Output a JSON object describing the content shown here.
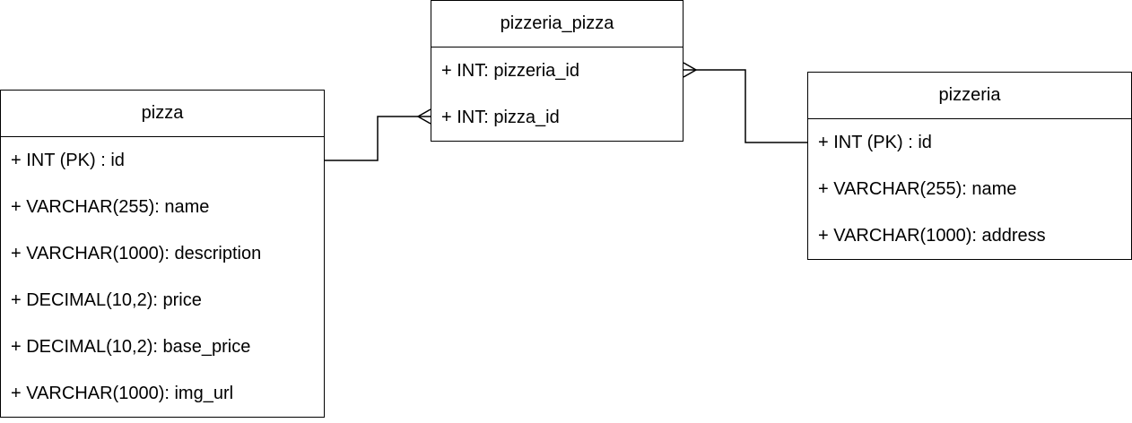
{
  "entities": {
    "pizza": {
      "title": "pizza",
      "fields": [
        "+ INT (PK) : id",
        "+ VARCHAR(255): name",
        "+ VARCHAR(1000): description",
        "+ DECIMAL(10,2): price",
        "+ DECIMAL(10,2): base_price",
        "+ VARCHAR(1000): img_url"
      ]
    },
    "pizzeria_pizza": {
      "title": "pizzeria_pizza",
      "fields": [
        "+ INT: pizzeria_id",
        "+ INT: pizza_id"
      ]
    },
    "pizzeria": {
      "title": "pizzeria",
      "fields": [
        "+ INT (PK) : id",
        "+ VARCHAR(255): name",
        "+ VARCHAR(1000): address"
      ]
    }
  },
  "relations": [
    {
      "from": "pizza.id",
      "to": "pizzeria_pizza.pizza_id",
      "cardinality": "one-to-many"
    },
    {
      "from": "pizzeria.id",
      "to": "pizzeria_pizza.pizzeria_id",
      "cardinality": "one-to-many"
    }
  ],
  "colors": {
    "line": "#000000",
    "background": "#ffffff"
  }
}
